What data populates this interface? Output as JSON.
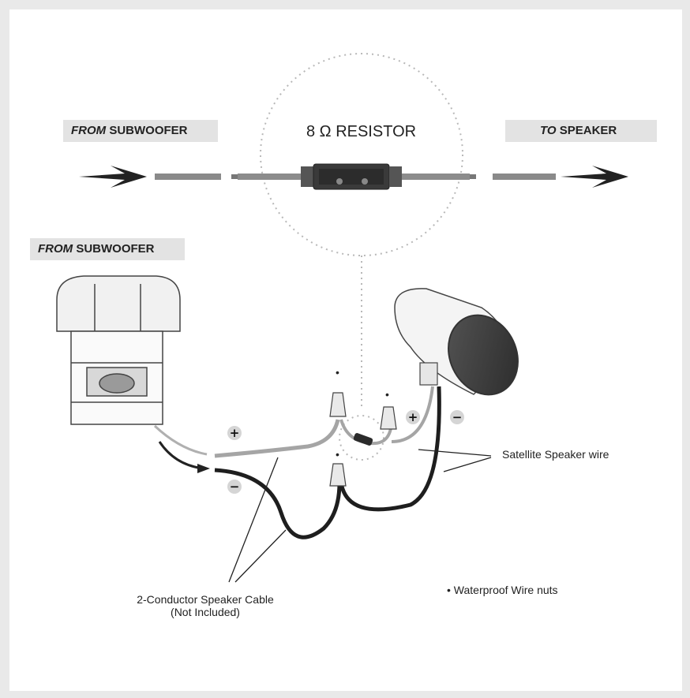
{
  "labels": {
    "from_sub_top": {
      "italic": "FROM",
      "bold": "SUBWOOFER"
    },
    "to_speaker": {
      "italic": "TO",
      "bold": "SPEAKER"
    },
    "from_sub_left": {
      "italic": "FROM",
      "bold": "SUBWOOFER"
    },
    "resistor": "8 Ω RESISTOR",
    "satellite_wire": "Satellite Speaker wire",
    "cable_line1": "2-Conductor Speaker Cable",
    "cable_line2": "(Not Included)",
    "wire_nuts": "Waterproof  Wire nuts",
    "bullet": "•"
  },
  "signs": {
    "left_plus": "+",
    "left_minus": "−",
    "right_plus": "+",
    "right_minus": "−"
  },
  "colors": {
    "panel_bg": "#ffffff",
    "frame_bg": "#e9e9e9",
    "label_bg": "#e3e3e3",
    "positive_wire": "#9a9a9a",
    "negative_wire": "#1e1e1e",
    "sign_bg": "#d5d5d5"
  }
}
